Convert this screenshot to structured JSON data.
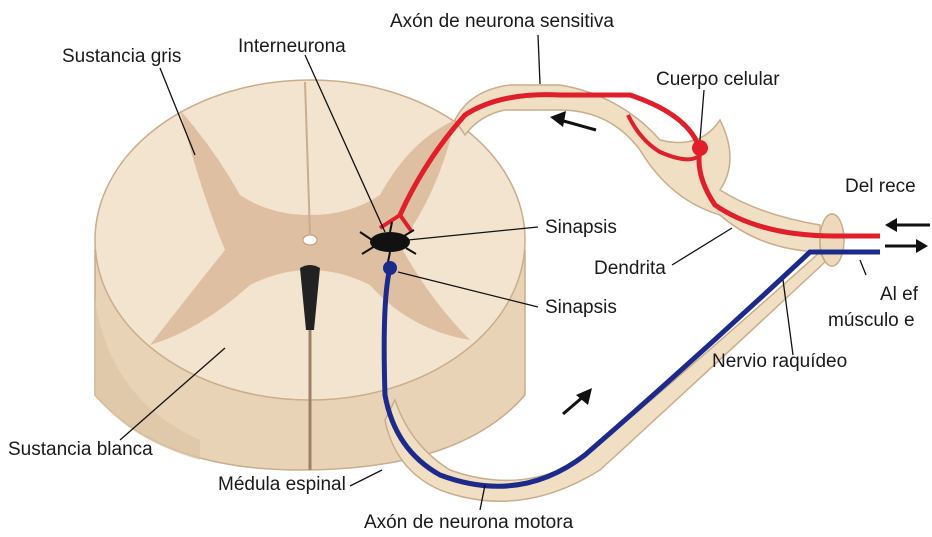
{
  "labels": {
    "sustancia_gris": "Sustancia gris",
    "interneurona": "Interneurona",
    "axon_sensitiva": "Axón de neurona sensitiva",
    "cuerpo_celular": "Cuerpo celular",
    "del_receptor": "Del rece",
    "sinapsis_top": "Sinapsis",
    "dendrita": "Dendrita",
    "sinapsis_bottom": "Sinapsis",
    "al_efector": "Al ef",
    "musculo": "músculo e",
    "nervio_raquideo": "Nervio raquídeo",
    "sustancia_blanca": "Sustancia blanca",
    "medula_espinal": "Médula espinal",
    "axon_motora": "Axón de neurona motora"
  },
  "colors": {
    "sensory": "#e01f2a",
    "motor": "#1c2a8c",
    "white_matter": "#f3e4cf",
    "gray_matter": "#d9b99a",
    "nerve": "#f1dfc4"
  }
}
